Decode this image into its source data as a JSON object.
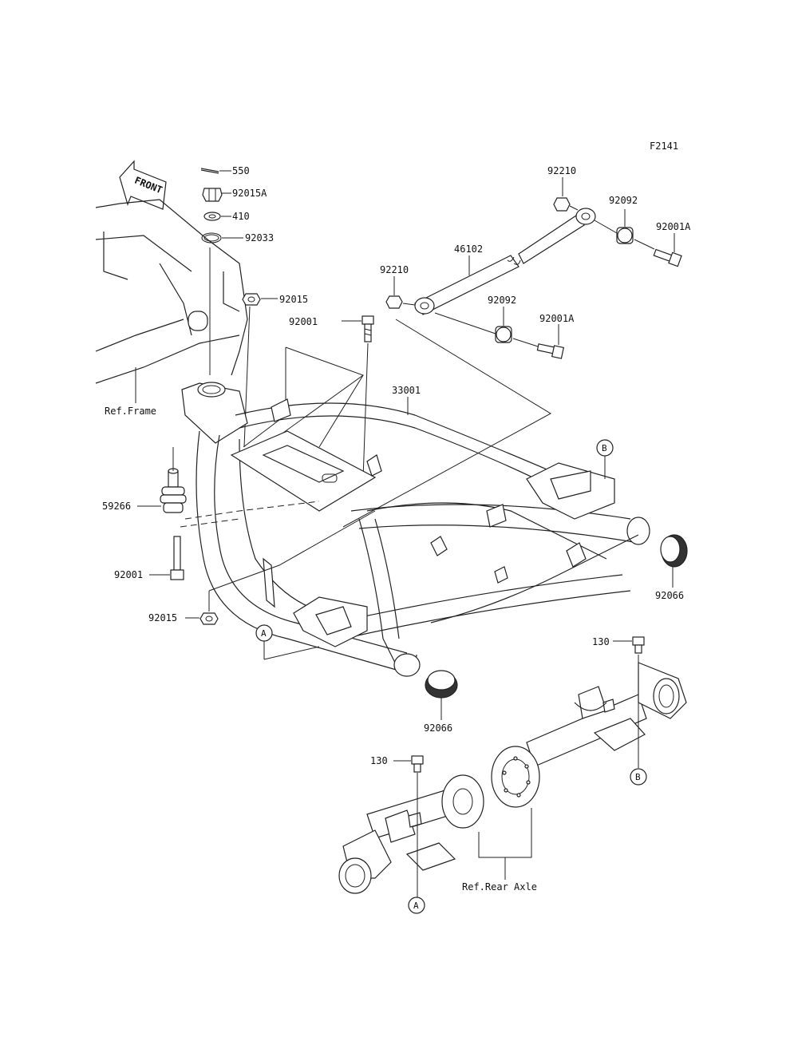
{
  "figure_code": "F2141",
  "front_label": "FRONT",
  "refs": {
    "frame": "Ref.Frame",
    "rear_axle": "Ref.Rear Axle"
  },
  "markers": {
    "A": "A",
    "B": "B"
  },
  "parts": {
    "p550": "550",
    "p92015A": "92015A",
    "p410": "410",
    "p92033": "92033",
    "p92015_top": "92015",
    "p92001_top": "92001",
    "p92210_left": "92210",
    "p46102": "46102",
    "p92210_right": "92210",
    "p92092_right": "92092",
    "p92001A_right": "92001A",
    "p92092_left": "92092",
    "p92001A_left": "92001A",
    "p33001": "33001",
    "p59266": "59266",
    "p92001_bottom": "92001",
    "p92015_bottom": "92015",
    "p92066_right": "92066",
    "p92066_left": "92066",
    "p130_right": "130",
    "p130_left": "130"
  }
}
